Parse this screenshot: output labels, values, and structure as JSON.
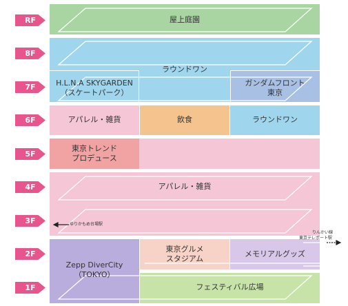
{
  "floor_labels": [
    {
      "id": "RF",
      "text": "RF"
    },
    {
      "id": "8F",
      "text": "8F"
    },
    {
      "id": "7F",
      "text": "7F"
    },
    {
      "id": "6F",
      "text": "6F"
    },
    {
      "id": "5F",
      "text": "5F"
    },
    {
      "id": "4F",
      "text": "4F"
    },
    {
      "id": "3F",
      "text": "3F"
    },
    {
      "id": "2F",
      "text": "2F"
    },
    {
      "id": "1F",
      "text": "1F"
    }
  ],
  "areas": {
    "rooftop_garden": "屋上庭園",
    "round1_top": "ラウンドワン",
    "skygarden_line1": "H.L.N.A SKYGARDEN",
    "skygarden_line2": "（スケートパーク）",
    "gundam_line1": "ガンダムフロント",
    "gundam_line2": "東京",
    "apparel_6f": "アパレル・雑貨",
    "food_6f": "飲食",
    "round1_6f": "ラウンドワン",
    "trend_line1": "東京トレンド",
    "trend_line2": "プロデュース",
    "apparel_4f": "アパレル・雑貨",
    "gourmet_line1": "東京グルメ",
    "gourmet_line2": "スタジアム",
    "memorial": "メモリアルグッズ",
    "zepp_line1": "Zepp DiverCity",
    "zepp_line2": "（TOKYO）",
    "festival": "フェスティバル広場"
  },
  "connections": {
    "yurikamome": "ゆりかもめ台場駅",
    "rinkai_line1": "りんかい線",
    "rinkai_line2": "東京テレポート駅"
  },
  "colors": {
    "label_pink": "#e8558c",
    "green": "#a8d5a2",
    "blue": "#9fd6ee",
    "blue_dark": "#a7c0e4",
    "pink": "#f2b8cc",
    "pink_light": "#f5c6d6",
    "orange": "#f5c38e",
    "salmon": "#f1a3a3",
    "purple": "#b8addc",
    "green_light": "#c8e3a8",
    "peach": "#f6d3c6",
    "lavender": "#d8c7e8"
  }
}
